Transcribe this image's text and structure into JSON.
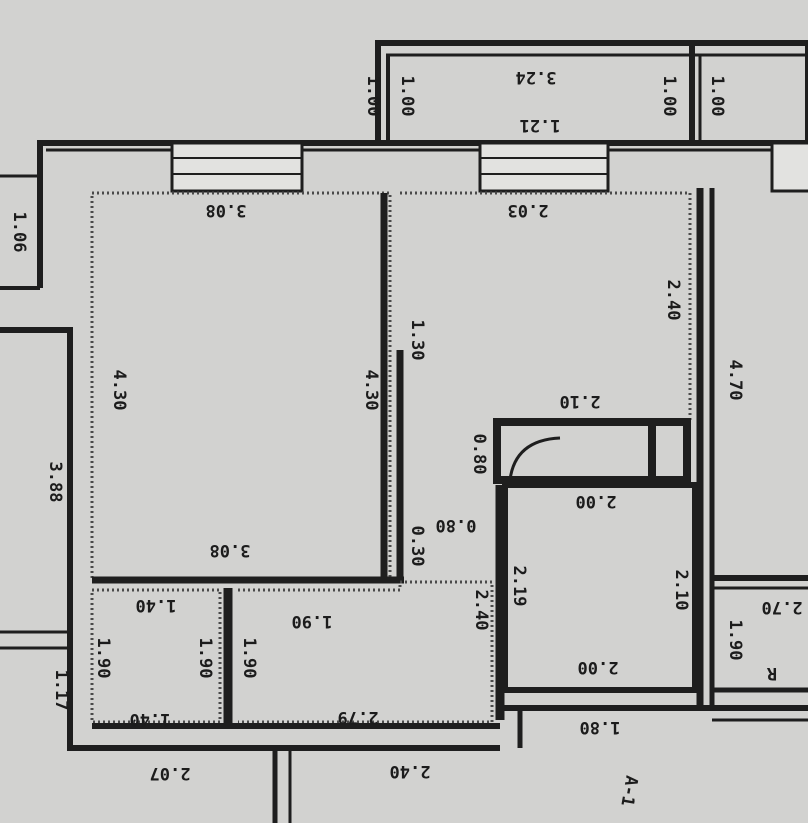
{
  "colors": {
    "paper": "#d2d2d0",
    "ink": "#1e1e1e",
    "hatch": "#4a4a4a"
  },
  "dimensions": {
    "balcony_left_height": "1.00",
    "balcony_inner_left": "1.00",
    "balcony_width": "3.24",
    "balcony_inner_right": "1.00",
    "balcony_right_height": "1.00",
    "opening_top": "1.21",
    "room1_top_width": "3.08",
    "room2_top_width": "2.03",
    "room1_left_height": "4.30",
    "room1_right_height": "4.30",
    "room2_left_height": "1.30",
    "room2_right_height": "2.40",
    "right_room_height": "4.70",
    "left_wall_height": "1.06",
    "left_room_height": "3.88",
    "room1_bottom_width": "3.08",
    "closet_top_width": "2.10",
    "closet_height": "0.80",
    "bath_top_width": "2.00",
    "bath_left_height": "2.19",
    "bath_right_height": "2.10",
    "bath_bottom_width": "2.00",
    "hall_gap_height": "0.30",
    "hall_tiny_width": "0.80",
    "wc_top_width": "1.40",
    "wc_left_height": "1.90",
    "wc_right_height": "1.90",
    "wc_bottom_width": "1.40",
    "hall2_right_height": "1.90",
    "hall_top_width": "1.90",
    "hall_bottom_width": "2.79",
    "hall_right_height": "2.40",
    "right_small_height": "1.90",
    "right_small_width": "2.70",
    "right_small_mark": "R",
    "left_edge_mark": "1.17",
    "bottom_left_width": "2.07",
    "bottom_mid_width": "2.40",
    "bottom_right_width": "1.80",
    "corridor_mark": "A-1"
  }
}
